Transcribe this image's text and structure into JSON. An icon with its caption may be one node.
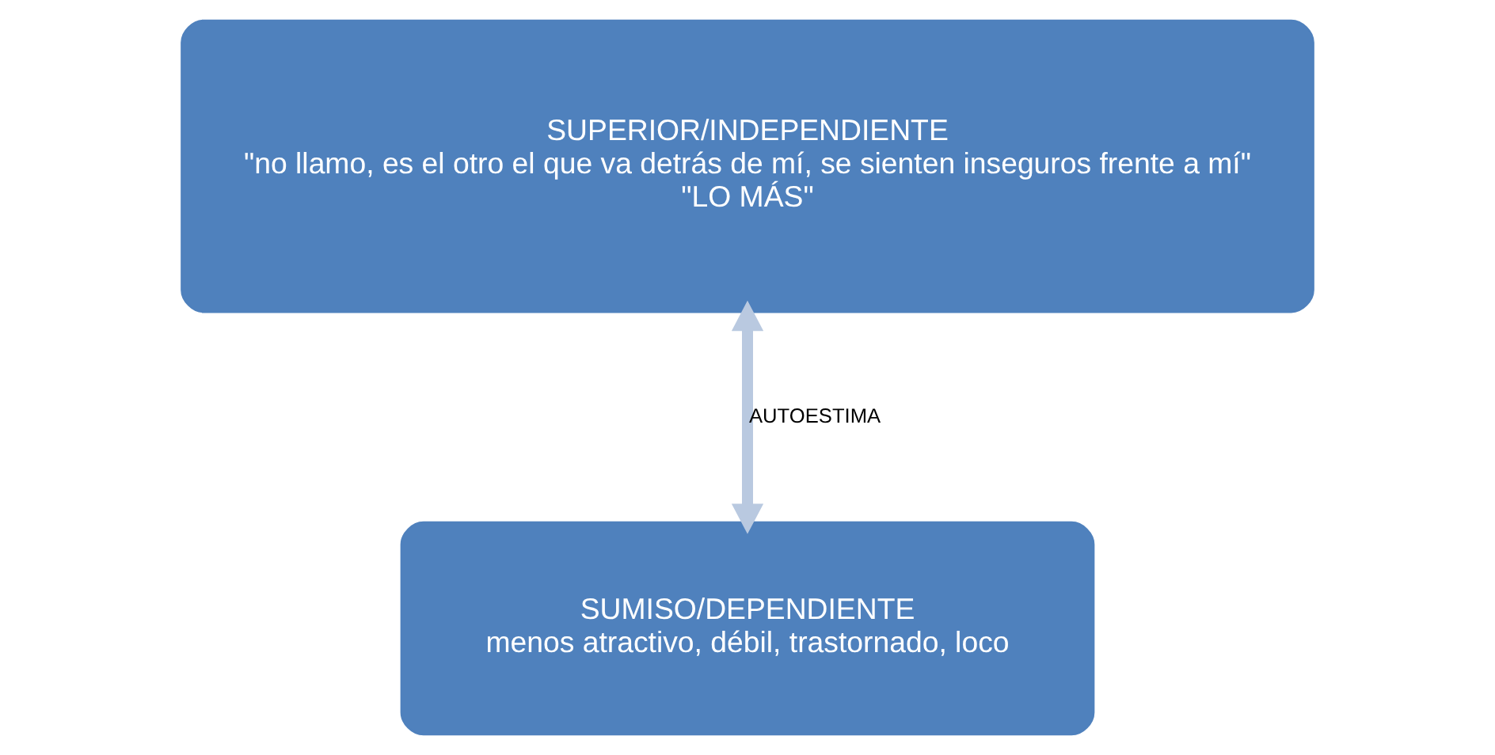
{
  "diagram": {
    "nodes": [
      {
        "text": [
          "SUPERIOR/INDEPENDIENTE",
          "\"no llamo, es el otro el que va detrás de mí, se sienten inseguros frente a mí\"",
          "\"LO MÁS\""
        ]
      },
      {
        "text": [
          "SUMISO/DEPENDIENTE",
          "menos atractivo, débil, trastornado, loco"
        ]
      }
    ],
    "edges": [
      {
        "from": 0,
        "to": 1,
        "arrow": "both",
        "label": "AUTOESTIMA"
      }
    ]
  }
}
